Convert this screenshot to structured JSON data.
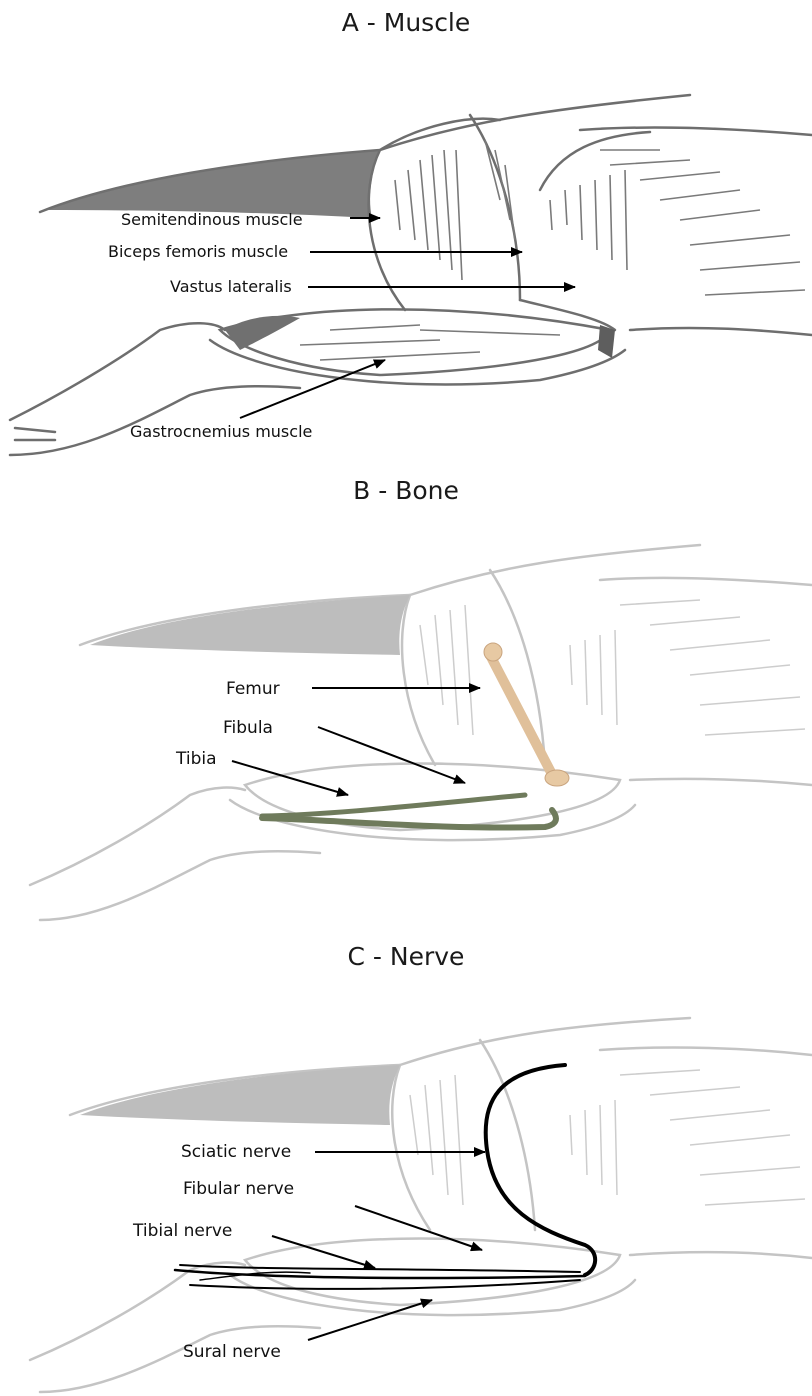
{
  "colors": {
    "ink_dark": "#6e6e6e",
    "ink_fill_dark": "#707070",
    "ink_light": "#c4c4c4",
    "ink_fill_light": "#bdbdbd",
    "femur": "#e7c9a3",
    "tibia_fibula": "#6f7b5c",
    "nerve": "#000000",
    "arrow": "#000000"
  },
  "panels": [
    {
      "title": "A - Muscle",
      "labels": [
        "Semitendinous muscle",
        "Biceps femoris muscle",
        "Vastus lateralis",
        "Gastrocnemius muscle"
      ]
    },
    {
      "title": "B - Bone",
      "labels": [
        "Femur",
        "Fibula",
        "Tibia"
      ]
    },
    {
      "title": "C - Nerve",
      "labels": [
        "Sciatic nerve",
        "Fibular nerve",
        "Tibial nerve",
        "Sural nerve"
      ]
    }
  ]
}
